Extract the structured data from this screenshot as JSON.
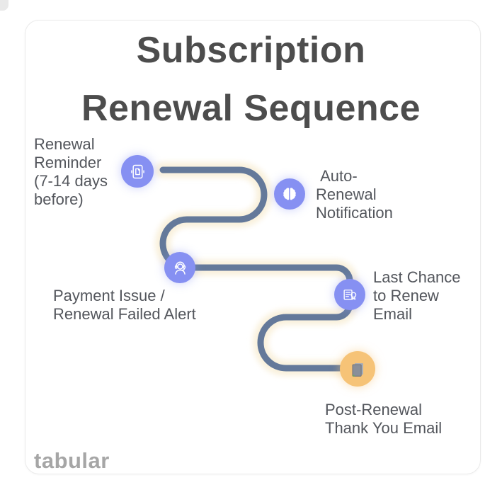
{
  "title": {
    "line1": "Subscription",
    "line2": "Renewal Sequence"
  },
  "steps": [
    {
      "label": "Renewal\nReminder\n(7-14 days\nbefore)",
      "icon": "document-scan-icon",
      "icon_color": "#8690f2"
    },
    {
      "label": " Auto-\nRenewal\nNotification",
      "icon": "brain-icon",
      "icon_color": "#8690f2"
    },
    {
      "label": "Payment Issue /\nRenewal Failed Alert",
      "icon": "support-agent-icon",
      "icon_color": "#8690f2"
    },
    {
      "label": "Last Chance\nto Renew\nEmail",
      "icon": "book-seal-icon",
      "icon_color": "#8690f2"
    },
    {
      "label": "Post-Renewal\nThank You Email",
      "icon": "documents-icon",
      "icon_color": "#f6c377"
    }
  ],
  "brand": {
    "logo_text": "tabular"
  },
  "colors": {
    "path": "#64799a",
    "path_glow": "#f8eed6",
    "icon_purple": "#8690f2",
    "icon_orange": "#f6c377",
    "title_text": "#4d4d4d",
    "body_text": "#53565c",
    "logo_text": "#a6a6a6",
    "card_background": "#ffffff",
    "card_border": "#eaeaea"
  }
}
